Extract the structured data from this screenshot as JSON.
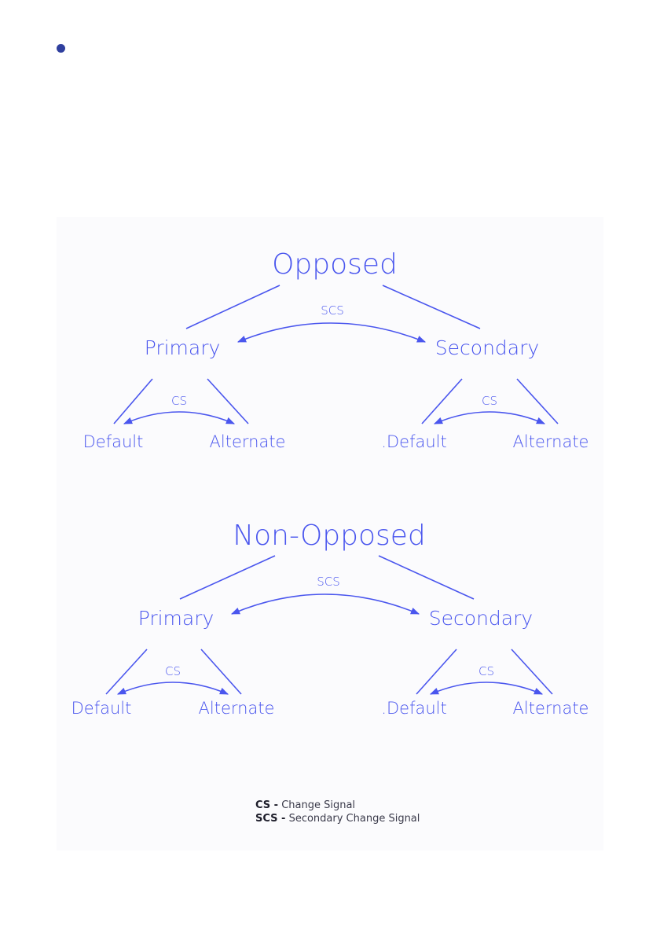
{
  "colors": {
    "line": "#4a56ee",
    "bullet": "#2f3f9e",
    "text": "#4a56ee"
  },
  "opposed": {
    "title": "Opposed",
    "scs": "SCS",
    "primary": "Primary",
    "secondary": "Secondary",
    "left": {
      "cs": "CS",
      "default": "Default",
      "alternate": "Alternate"
    },
    "right": {
      "cs": "CS",
      "default": ".Default",
      "alternate": "Alternate"
    }
  },
  "nonopposed": {
    "title": "Non-Opposed",
    "scs": "SCS",
    "primary": "Primary",
    "secondary": "Secondary",
    "left": {
      "cs": "CS",
      "default": "Default",
      "alternate": "Alternate"
    },
    "right": {
      "cs": "CS",
      "default": ".Default",
      "alternate": "Alternate"
    }
  },
  "legend": {
    "cs_key": "CS -",
    "cs_desc": " Change Signal",
    "scs_key": "SCS -",
    "scs_desc": " Secondary Change Signal"
  }
}
